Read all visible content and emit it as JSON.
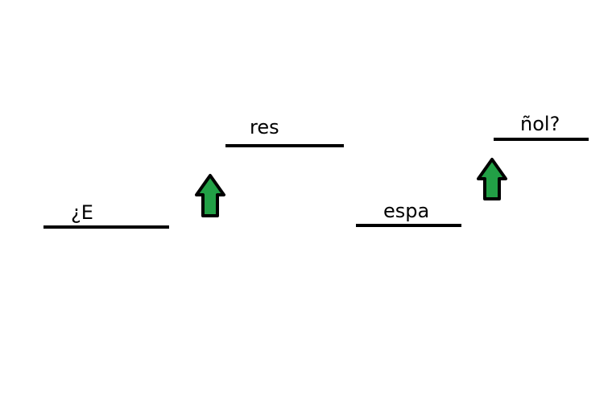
{
  "colors": {
    "background": "#ffffff",
    "line": "#000000",
    "arrow_fill": "#22a046",
    "arrow_stroke": "#000000"
  },
  "steps": [
    {
      "text": "¿E"
    },
    {
      "text": "res"
    },
    {
      "text": "espa"
    },
    {
      "text": "ñol?"
    }
  ],
  "arrows": [
    {
      "icon": "up-arrow-icon",
      "direction": "up"
    },
    {
      "icon": "up-arrow-icon",
      "direction": "up"
    }
  ]
}
